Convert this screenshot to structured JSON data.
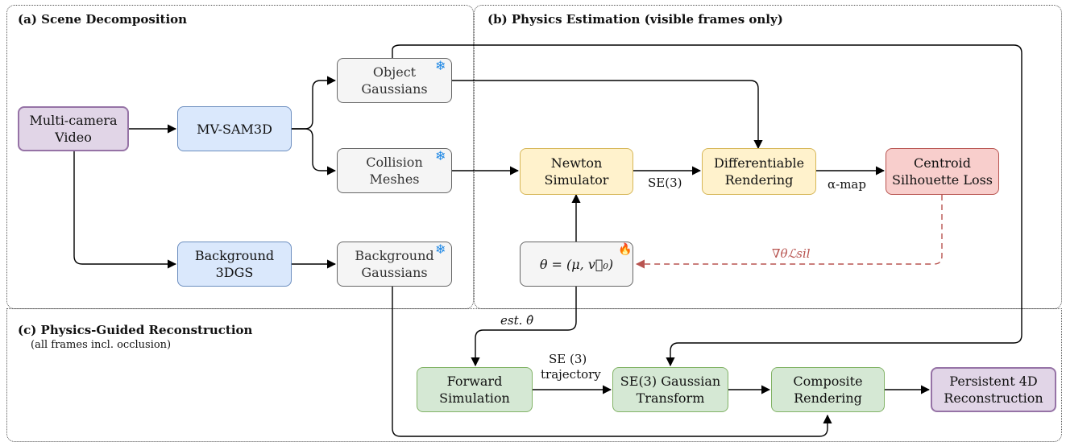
{
  "regions": {
    "a": {
      "title": "(a) Scene Decomposition"
    },
    "b": {
      "title": "(b) Physics Estimation (visible frames only)"
    },
    "c": {
      "title": "(c) Physics-Guided Reconstruction",
      "subtitle": "(all frames incl. occlusion)"
    }
  },
  "nodes": {
    "video": {
      "line1": "Multi-camera",
      "line2": "Video"
    },
    "mvsam": {
      "line1": "MV-SAM3D"
    },
    "obj_gauss": {
      "line1": "Object",
      "line2": "Gaussians"
    },
    "coll_mesh": {
      "line1": "Collision",
      "line2": "Meshes"
    },
    "bg3dgs": {
      "line1": "Background",
      "line2": "3DGS"
    },
    "bg_gauss": {
      "line1": "Background",
      "line2": "Gaussians"
    },
    "newton": {
      "line1": "Newton",
      "line2": "Simulator"
    },
    "diffrender": {
      "line1": "Differentiable",
      "line2": "Rendering"
    },
    "centroid": {
      "line1": "Centroid",
      "line2": "Silhouette Loss"
    },
    "theta": {
      "line1": "θ = (μ, v⃗₀)"
    },
    "fwdsim": {
      "line1": "Forward",
      "line2": "Simulation"
    },
    "se3transform": {
      "line1": "SE(3) Gaussian",
      "line2": "Transform"
    },
    "composite": {
      "line1": "Composite",
      "line2": "Rendering"
    },
    "persistent": {
      "line1": "Persistent 4D",
      "line2": "Reconstruction"
    }
  },
  "edge_labels": {
    "se3": "SE(3)",
    "alpha_map": "α-map",
    "gradient": "∇θℒsil",
    "est_theta": "est. θ̂",
    "se3_traj_1": "SE (3)",
    "se3_traj_2": "trajectory"
  },
  "badges": {
    "frozen": "❄",
    "trainable": "🔥"
  },
  "colors": {
    "purple_fill": "#e1d5e7",
    "purple_stroke": "#9673a6",
    "blue_fill": "#dae8fc",
    "blue_stroke": "#6c8ebf",
    "gray_fill": "#f5f5f5",
    "gray_stroke": "#666666",
    "yellow_fill": "#fff2cc",
    "yellow_stroke": "#d6b656",
    "red_fill": "#f8cecc",
    "red_stroke": "#b85450",
    "green_fill": "#d5e8d4",
    "green_stroke": "#82b366",
    "frozen_badge": "#1e88e5",
    "gradient_arrow": "#b85450"
  }
}
